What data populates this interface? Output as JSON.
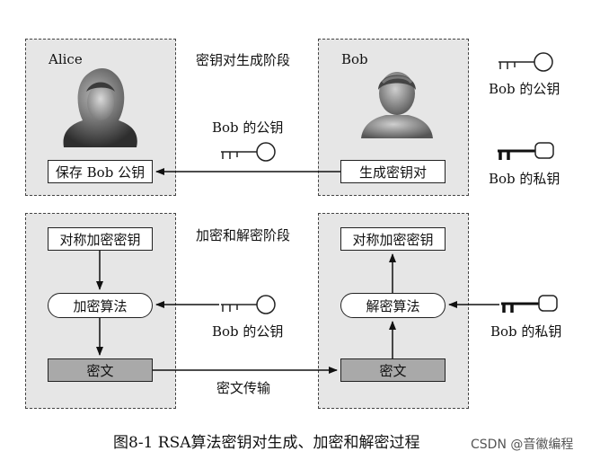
{
  "alice": {
    "name": "Alice",
    "store_pubkey": "保存 Bob 公钥",
    "sym_key": "对称加密密钥",
    "encrypt": "加密算法",
    "ciphertext": "密文"
  },
  "bob": {
    "name": "Bob",
    "generate_pair": "生成密钥对",
    "sym_key": "对称加密密钥",
    "decrypt": "解密算法",
    "ciphertext": "密文"
  },
  "stage1_label": "密钥对生成阶段",
  "stage2_label": "加密和解密阶段",
  "transfer_label": "密文传输",
  "legend": {
    "public_key": "Bob 的公钥",
    "private_key": "Bob 的私钥"
  },
  "flow": {
    "public_key_1": "Bob 的公钥",
    "public_key_2": "Bob 的公钥",
    "private_key": "Bob 的私钥"
  },
  "caption": "图8-1    RSA算法密钥对生成、加密和解密过程",
  "watermark": "CSDN @音徽编程"
}
